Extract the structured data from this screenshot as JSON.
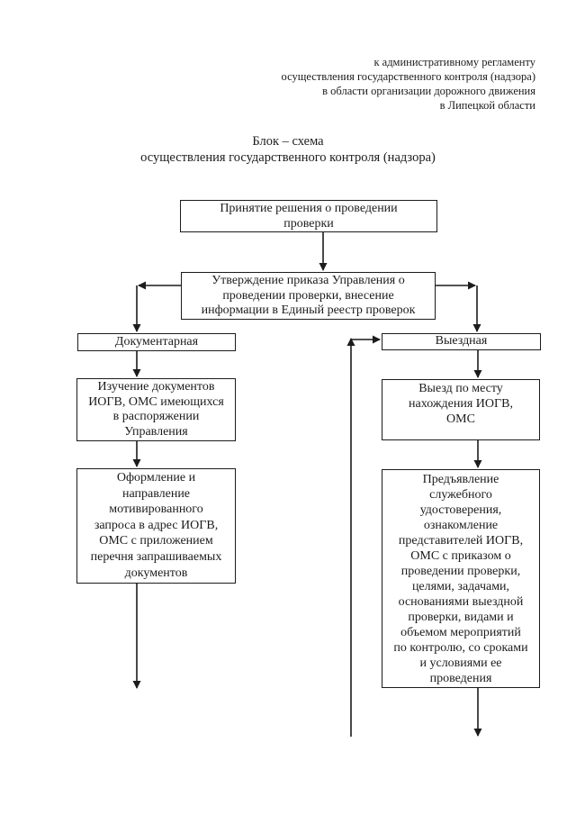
{
  "document": {
    "header_lines": [
      "к административному регламенту",
      "осуществления государственного контроля (надзора)",
      "в области организации дорожного движения",
      "в Липецкой области"
    ],
    "title": {
      "line1": "Блок – схема",
      "line2": "осуществления государственного контроля (надзора)"
    }
  },
  "flowchart": {
    "nodes": {
      "decision": [
        "Принятие решения о проведении",
        "проверки"
      ],
      "order": [
        "Утверждение приказа Управления о",
        "проведении проверки, внесение",
        "информации в Единый реестр проверок"
      ],
      "documentary": [
        "Документарная"
      ],
      "onsite": [
        "Выездная"
      ],
      "study": [
        "Изучение документов",
        "ИОГВ, ОМС имеющихся",
        "в распоряжении",
        "Управления"
      ],
      "request": [
        "Оформление и",
        "направление",
        "мотивированного",
        "запроса в адрес ИОГВ,",
        "ОМС с приложением",
        "перечня запрашиваемых",
        "документов"
      ],
      "departure": [
        "Выезд по месту",
        "нахождения ИОГВ,",
        "ОМС"
      ],
      "presentation": [
        "Предъявление",
        "служебного",
        "удостоверения,",
        "ознакомление",
        "представителей ИОГВ,",
        "ОМС с приказом о",
        "проведении проверки,",
        "целями, задачами,",
        "основаниями выездной",
        "проверки, видами и",
        "объемом мероприятий",
        "по контролю, со сроками",
        "и условиями ее",
        "проведения"
      ]
    },
    "colors": {
      "line": "#1c1c1c",
      "text": "#1c1c1c",
      "background": "#ffffff"
    }
  }
}
